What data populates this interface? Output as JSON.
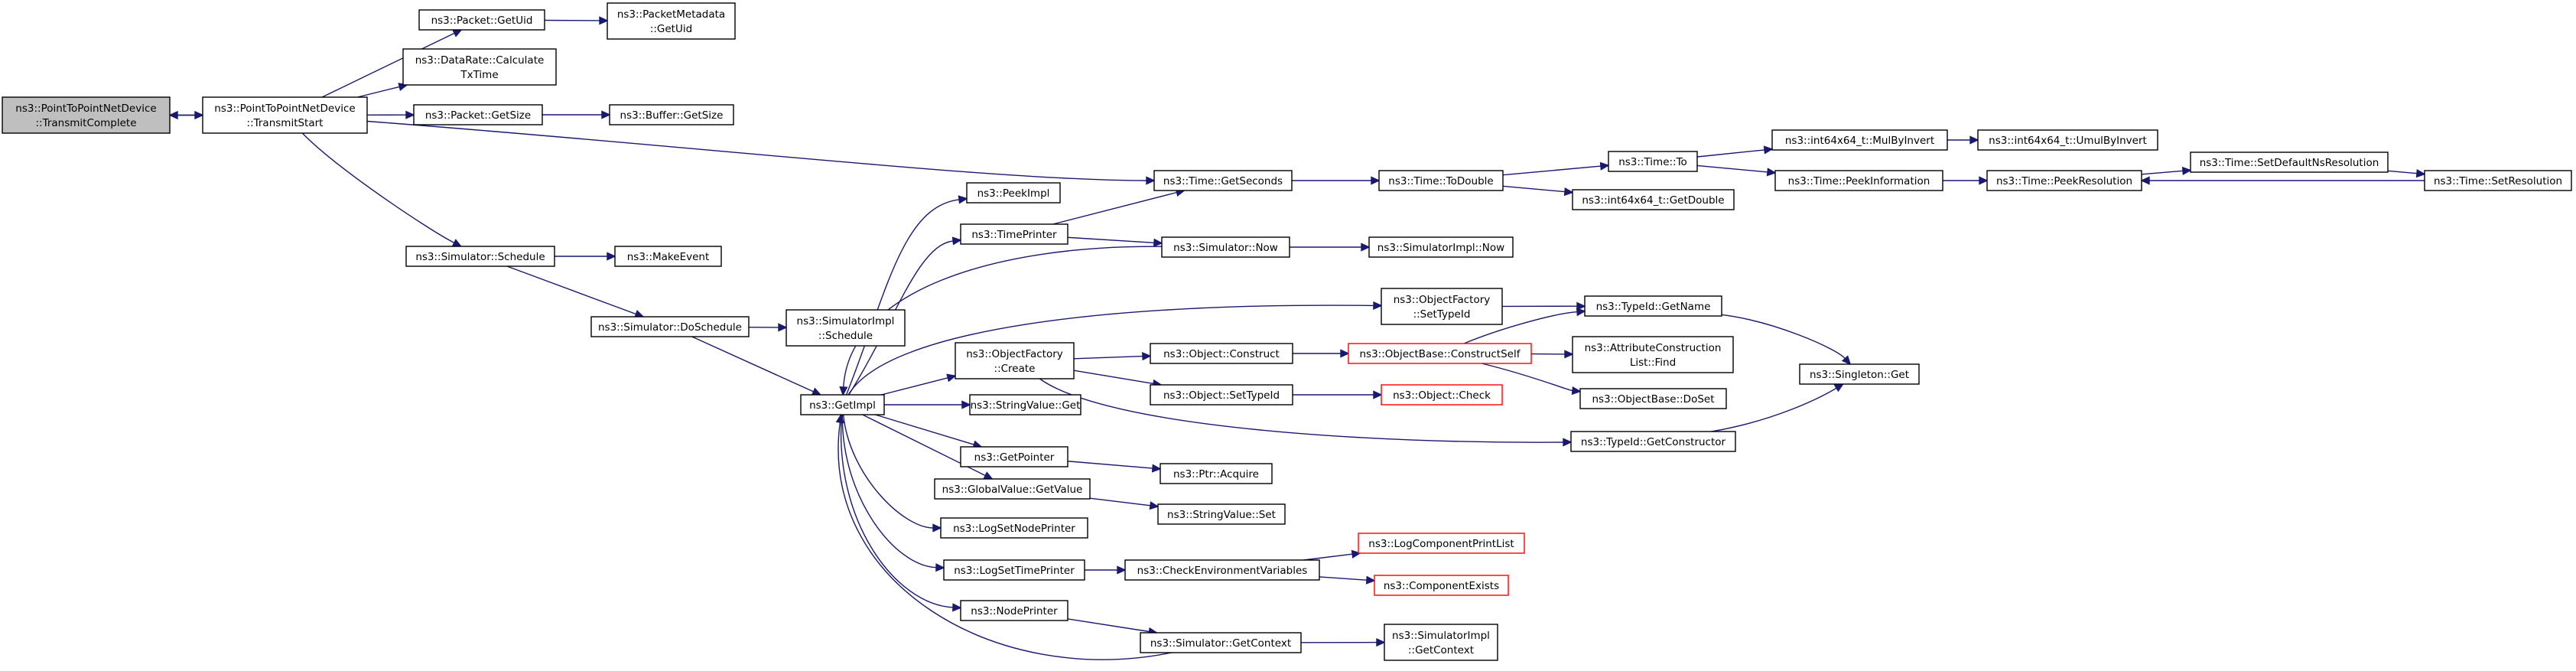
{
  "colors": {
    "edge": "#191970",
    "node_border": "#000000",
    "node_fill": "#ffffff",
    "focus_fill": "#bfbfbf",
    "truncated_border": "#ff0000"
  },
  "nodes": [
    {
      "id": "transmitcomplete",
      "lines": [
        "ns3::PointToPointNetDevice",
        "::TransmitComplete"
      ],
      "kind": "focus"
    },
    {
      "id": "transmitstart",
      "lines": [
        "ns3::PointToPointNetDevice",
        "::TransmitStart"
      ],
      "kind": "normal"
    },
    {
      "id": "packet-getuid",
      "lines": [
        "ns3::Packet::GetUid"
      ],
      "kind": "normal"
    },
    {
      "id": "packetmetadata-getuid",
      "lines": [
        "ns3::PacketMetadata",
        "::GetUid"
      ],
      "kind": "normal"
    },
    {
      "id": "datarate-calc",
      "lines": [
        "ns3::DataRate::Calculate",
        "TxTime"
      ],
      "kind": "normal"
    },
    {
      "id": "packet-getsize",
      "lines": [
        "ns3::Packet::GetSize"
      ],
      "kind": "normal"
    },
    {
      "id": "buffer-getsize",
      "lines": [
        "ns3::Buffer::GetSize"
      ],
      "kind": "normal"
    },
    {
      "id": "time-getseconds",
      "lines": [
        "ns3::Time::GetSeconds"
      ],
      "kind": "normal"
    },
    {
      "id": "time-todouble",
      "lines": [
        "ns3::Time::ToDouble"
      ],
      "kind": "normal"
    },
    {
      "id": "time-to",
      "lines": [
        "ns3::Time::To"
      ],
      "kind": "normal"
    },
    {
      "id": "int64-getdouble",
      "lines": [
        "ns3::int64x64_t::GetDouble"
      ],
      "kind": "normal"
    },
    {
      "id": "int64-mulbyinvert",
      "lines": [
        "ns3::int64x64_t::MulByInvert"
      ],
      "kind": "normal"
    },
    {
      "id": "int64-umulbyinvert",
      "lines": [
        "ns3::int64x64_t::UmulByInvert"
      ],
      "kind": "normal"
    },
    {
      "id": "time-peekinformation",
      "lines": [
        "ns3::Time::PeekInformation"
      ],
      "kind": "normal"
    },
    {
      "id": "time-peekresolution",
      "lines": [
        "ns3::Time::PeekResolution"
      ],
      "kind": "normal"
    },
    {
      "id": "time-setdefaultns",
      "lines": [
        "ns3::Time::SetDefaultNsResolution"
      ],
      "kind": "normal"
    },
    {
      "id": "time-setresolution",
      "lines": [
        "ns3::Time::SetResolution"
      ],
      "kind": "normal"
    },
    {
      "id": "simulator-schedule",
      "lines": [
        "ns3::Simulator::Schedule"
      ],
      "kind": "normal"
    },
    {
      "id": "makeevent",
      "lines": [
        "ns3::MakeEvent"
      ],
      "kind": "normal"
    },
    {
      "id": "simulator-doschedule",
      "lines": [
        "ns3::Simulator::DoSchedule"
      ],
      "kind": "normal"
    },
    {
      "id": "simulatorimpl-schedule",
      "lines": [
        "ns3::SimulatorImpl",
        "::Schedule"
      ],
      "kind": "normal"
    },
    {
      "id": "getimpl",
      "lines": [
        "ns3::GetImpl"
      ],
      "kind": "normal"
    },
    {
      "id": "peekimpl",
      "lines": [
        "ns3::PeekImpl"
      ],
      "kind": "normal"
    },
    {
      "id": "timeprinter",
      "lines": [
        "ns3::TimePrinter"
      ],
      "kind": "normal"
    },
    {
      "id": "simulator-now",
      "lines": [
        "ns3::Simulator::Now"
      ],
      "kind": "normal"
    },
    {
      "id": "simulatorimpl-now",
      "lines": [
        "ns3::SimulatorImpl::Now"
      ],
      "kind": "normal"
    },
    {
      "id": "objectfactory-settypeid",
      "lines": [
        "ns3::ObjectFactory",
        "::SetTypeId"
      ],
      "kind": "normal"
    },
    {
      "id": "typeid-getname",
      "lines": [
        "ns3::TypeId::GetName"
      ],
      "kind": "normal"
    },
    {
      "id": "singleton-get",
      "lines": [
        "ns3::Singleton::Get"
      ],
      "kind": "normal"
    },
    {
      "id": "objectfactory-create",
      "lines": [
        "ns3::ObjectFactory",
        "::Create"
      ],
      "kind": "normal"
    },
    {
      "id": "object-construct",
      "lines": [
        "ns3::Object::Construct"
      ],
      "kind": "normal"
    },
    {
      "id": "objectbase-constructself",
      "lines": [
        "ns3::ObjectBase::ConstructSelf"
      ],
      "kind": "truncated"
    },
    {
      "id": "attributeconstructionlist-find",
      "lines": [
        "ns3::AttributeConstruction",
        "List::Find"
      ],
      "kind": "normal"
    },
    {
      "id": "objectbase-doset",
      "lines": [
        "ns3::ObjectBase::DoSet"
      ],
      "kind": "normal"
    },
    {
      "id": "object-settypeid",
      "lines": [
        "ns3::Object::SetTypeId"
      ],
      "kind": "normal"
    },
    {
      "id": "object-check",
      "lines": [
        "ns3::Object::Check"
      ],
      "kind": "truncated"
    },
    {
      "id": "typeid-getconstructor",
      "lines": [
        "ns3::TypeId::GetConstructor"
      ],
      "kind": "normal"
    },
    {
      "id": "stringvalue-get",
      "lines": [
        "ns3::StringValue::Get"
      ],
      "kind": "normal"
    },
    {
      "id": "getpointer",
      "lines": [
        "ns3::GetPointer"
      ],
      "kind": "normal"
    },
    {
      "id": "ptr-acquire",
      "lines": [
        "ns3::Ptr::Acquire"
      ],
      "kind": "normal"
    },
    {
      "id": "globalvalue-getvalue",
      "lines": [
        "ns3::GlobalValue::GetValue"
      ],
      "kind": "normal"
    },
    {
      "id": "stringvalue-set",
      "lines": [
        "ns3::StringValue::Set"
      ],
      "kind": "normal"
    },
    {
      "id": "logsetnodeprinter",
      "lines": [
        "ns3::LogSetNodePrinter"
      ],
      "kind": "normal"
    },
    {
      "id": "logsettimeprinter",
      "lines": [
        "ns3::LogSetTimePrinter"
      ],
      "kind": "normal"
    },
    {
      "id": "checkenvvars",
      "lines": [
        "ns3::CheckEnvironmentVariables"
      ],
      "kind": "normal"
    },
    {
      "id": "logcomponentprintlist",
      "lines": [
        "ns3::LogComponentPrintList"
      ],
      "kind": "truncated"
    },
    {
      "id": "componentexists",
      "lines": [
        "ns3::ComponentExists"
      ],
      "kind": "truncated"
    },
    {
      "id": "nodeprinter",
      "lines": [
        "ns3::NodePrinter"
      ],
      "kind": "normal"
    },
    {
      "id": "simulator-getcontext",
      "lines": [
        "ns3::Simulator::GetContext"
      ],
      "kind": "normal"
    },
    {
      "id": "simulatorimpl-getcontext",
      "lines": [
        "ns3::SimulatorImpl",
        "::GetContext"
      ],
      "kind": "normal"
    }
  ],
  "edges": [
    {
      "from": "transmitstart",
      "to": "transmitcomplete"
    },
    {
      "from": "transmitcomplete",
      "to": "transmitstart"
    },
    {
      "from": "transmitstart",
      "to": "packet-getuid"
    },
    {
      "from": "packet-getuid",
      "to": "packetmetadata-getuid"
    },
    {
      "from": "transmitstart",
      "to": "datarate-calc"
    },
    {
      "from": "transmitstart",
      "to": "packet-getsize"
    },
    {
      "from": "packet-getsize",
      "to": "buffer-getsize"
    },
    {
      "from": "transmitstart",
      "to": "time-getseconds"
    },
    {
      "from": "transmitstart",
      "to": "simulator-schedule"
    },
    {
      "from": "time-getseconds",
      "to": "time-todouble"
    },
    {
      "from": "time-todouble",
      "to": "time-to"
    },
    {
      "from": "time-todouble",
      "to": "int64-getdouble"
    },
    {
      "from": "time-to",
      "to": "int64-mulbyinvert"
    },
    {
      "from": "time-to",
      "to": "time-peekinformation"
    },
    {
      "from": "int64-mulbyinvert",
      "to": "int64-umulbyinvert"
    },
    {
      "from": "time-peekinformation",
      "to": "time-peekresolution"
    },
    {
      "from": "time-peekresolution",
      "to": "time-setdefaultns"
    },
    {
      "from": "time-setdefaultns",
      "to": "time-setresolution"
    },
    {
      "from": "time-setresolution",
      "to": "time-peekresolution"
    },
    {
      "from": "simulator-schedule",
      "to": "makeevent"
    },
    {
      "from": "simulator-schedule",
      "to": "simulator-doschedule"
    },
    {
      "from": "simulator-doschedule",
      "to": "simulatorimpl-schedule"
    },
    {
      "from": "simulator-doschedule",
      "to": "getimpl"
    },
    {
      "from": "getimpl",
      "to": "peekimpl"
    },
    {
      "from": "getimpl",
      "to": "timeprinter"
    },
    {
      "from": "getimpl",
      "to": "objectfactory-settypeid"
    },
    {
      "from": "getimpl",
      "to": "objectfactory-create"
    },
    {
      "from": "getimpl",
      "to": "stringvalue-get"
    },
    {
      "from": "getimpl",
      "to": "getpointer"
    },
    {
      "from": "getimpl",
      "to": "globalvalue-getvalue"
    },
    {
      "from": "getimpl",
      "to": "logsetnodeprinter"
    },
    {
      "from": "getimpl",
      "to": "logsettimeprinter"
    },
    {
      "from": "getimpl",
      "to": "nodeprinter"
    },
    {
      "from": "timeprinter",
      "to": "time-getseconds"
    },
    {
      "from": "timeprinter",
      "to": "simulator-now"
    },
    {
      "from": "simulator-now",
      "to": "simulatorimpl-now"
    },
    {
      "from": "simulator-now",
      "to": "getimpl"
    },
    {
      "from": "objectfactory-settypeid",
      "to": "typeid-getname"
    },
    {
      "from": "typeid-getname",
      "to": "singleton-get"
    },
    {
      "from": "objectfactory-create",
      "to": "object-construct"
    },
    {
      "from": "objectfactory-create",
      "to": "object-settypeid"
    },
    {
      "from": "objectfactory-create",
      "to": "typeid-getconstructor"
    },
    {
      "from": "object-construct",
      "to": "objectbase-constructself"
    },
    {
      "from": "objectbase-constructself",
      "to": "typeid-getname"
    },
    {
      "from": "objectbase-constructself",
      "to": "attributeconstructionlist-find"
    },
    {
      "from": "objectbase-constructself",
      "to": "objectbase-doset"
    },
    {
      "from": "object-settypeid",
      "to": "object-check"
    },
    {
      "from": "typeid-getconstructor",
      "to": "singleton-get"
    },
    {
      "from": "getpointer",
      "to": "ptr-acquire"
    },
    {
      "from": "globalvalue-getvalue",
      "to": "stringvalue-set"
    },
    {
      "from": "logsettimeprinter",
      "to": "checkenvvars"
    },
    {
      "from": "checkenvvars",
      "to": "logcomponentprintlist"
    },
    {
      "from": "checkenvvars",
      "to": "componentexists"
    },
    {
      "from": "nodeprinter",
      "to": "simulator-getcontext"
    },
    {
      "from": "simulator-getcontext",
      "to": "simulatorimpl-getcontext"
    },
    {
      "from": "simulator-getcontext",
      "to": "getimpl"
    }
  ]
}
